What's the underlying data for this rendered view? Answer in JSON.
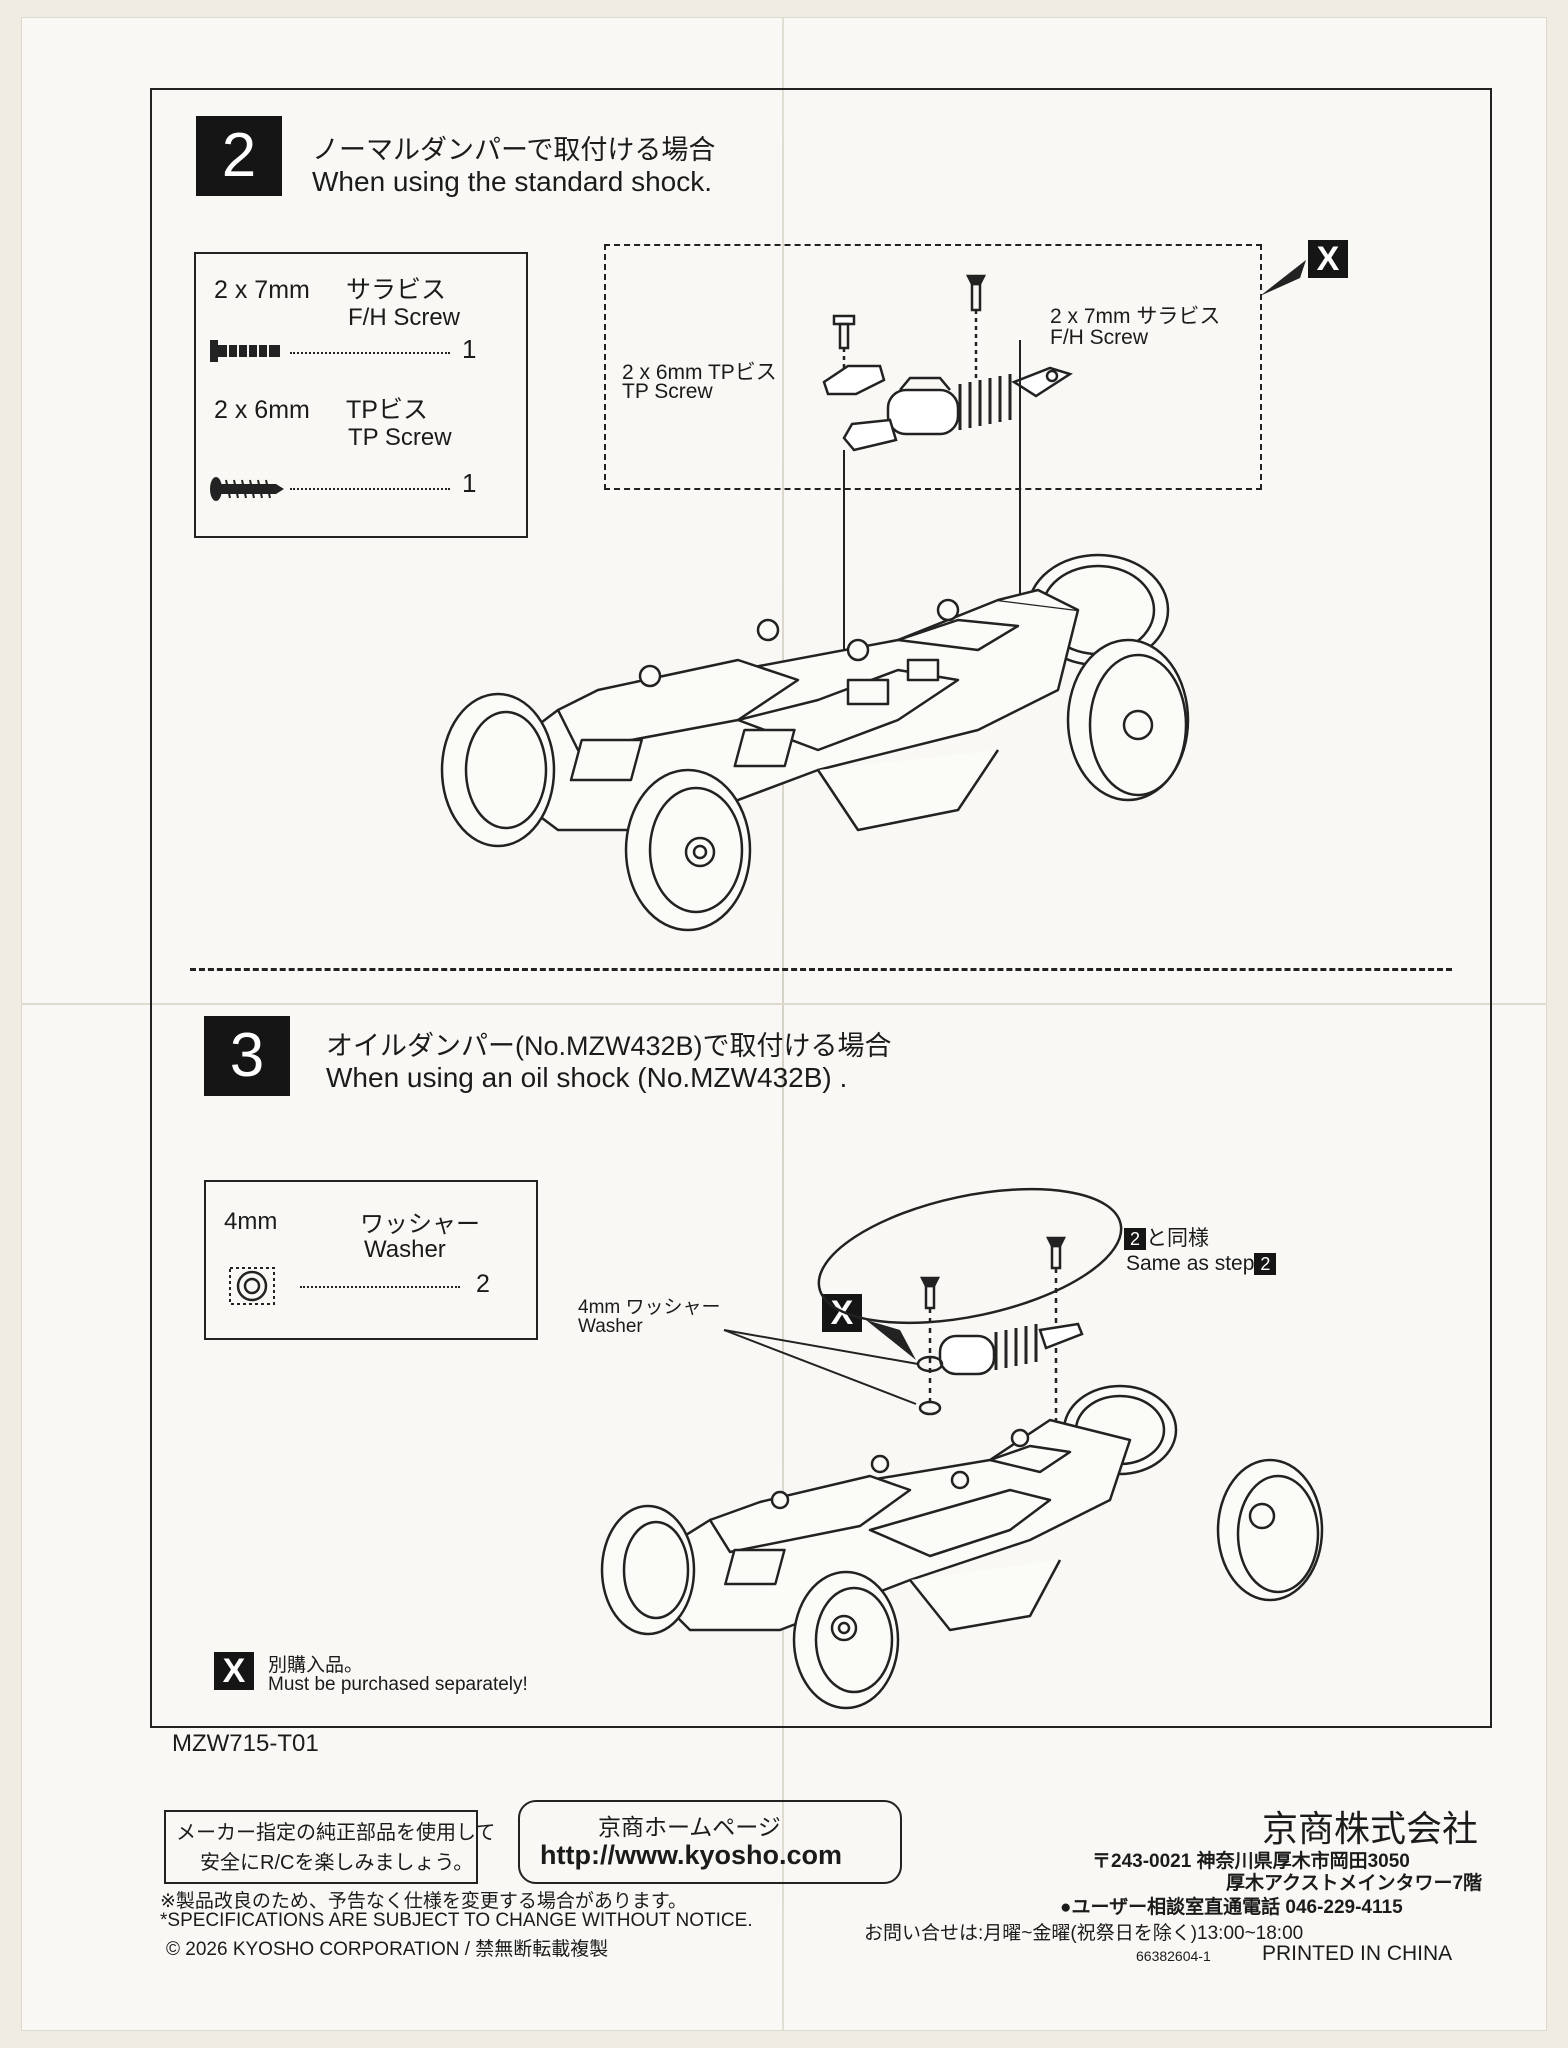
{
  "step2": {
    "number": "2",
    "title_jp": "ノーマルダンパーで取付ける場合",
    "title_en": "When using the standard shock."
  },
  "parts2": [
    {
      "size": "2 x 7mm",
      "name_jp": "サラビス",
      "name_en": "F/H Screw",
      "qty": "1"
    },
    {
      "size": "2 x 6mm",
      "name_jp": "TPビス",
      "name_en": "TP Screw",
      "qty": "1"
    }
  ],
  "diagram2": {
    "label_fh_jp": "2 x 7mm サラビス",
    "label_fh_en": "F/H Screw",
    "label_tp_jp": "2 x 6mm TPビス",
    "label_tp_en": "TP Screw",
    "x_badge": "X"
  },
  "step3": {
    "number": "3",
    "title_jp": "オイルダンパー(No.MZW432B)で取付ける場合",
    "title_en": "When using an oil shock (No.MZW432B) ."
  },
  "parts3": [
    {
      "size": "4mm",
      "name_jp": "ワッシャー",
      "name_en": "Washer",
      "qty": "2"
    }
  ],
  "diagram3": {
    "same_jp": "と同様",
    "same_en": "Same as step",
    "step_ref": "2",
    "washer_jp": "4mm ワッシャー",
    "washer_en": "Washer",
    "x_badge": "X"
  },
  "legend": {
    "badge": "X",
    "jp": "別購入品。",
    "en": "Must be purchased separately!"
  },
  "doc_code": "MZW715-T01",
  "footer": {
    "genuine_line1": "メーカー指定の純正部品を使用して",
    "genuine_line2": "安全にR/Cを楽しみましょう。",
    "homepage_label": "京商ホームページ",
    "homepage_url": "http://www.kyosho.com",
    "notice_jp": "※製品改良のため、予告なく仕様を変更する場合があります。",
    "notice_en": "*SPECIFICATIONS ARE SUBJECT TO CHANGE WITHOUT NOTICE.",
    "copyright": "© 2026 KYOSHO CORPORATION / 禁無断転載複製",
    "company": "京商株式会社",
    "address1": "〒243-0021 神奈川県厚木市岡田3050",
    "address2": "厚木アクストメインタワー7階",
    "phone": "●ユーザー相談室直通電話 046-229-4115",
    "hours": "お問い合せは:月曜~金曜(祝祭日を除く)13:00~18:00",
    "print_code": "66382604-1",
    "printed": "PRINTED IN CHINA"
  }
}
